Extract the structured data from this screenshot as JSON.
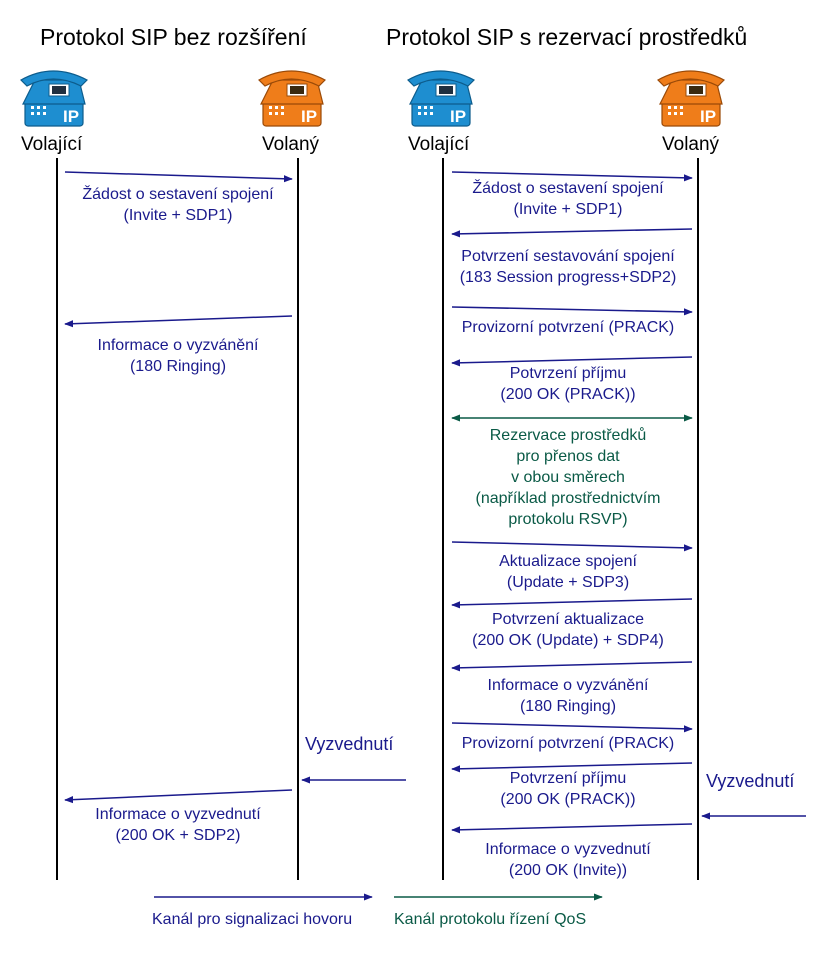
{
  "colors": {
    "signaling": "#1a1a8c",
    "qos": "#0a5a46",
    "phone_blue": "#1e8ed0",
    "phone_orange": "#ef7d1a",
    "lifeline": "#000000"
  },
  "left_panel": {
    "title": "Protokol SIP bez rozšíření",
    "caller": {
      "label": "Volající",
      "icon": "ip-phone-blue-icon",
      "badge": "IP"
    },
    "callee": {
      "label": "Volaný",
      "icon": "ip-phone-orange-icon",
      "badge": "IP"
    },
    "messages": [
      {
        "dir": "right",
        "kind": "signaling",
        "lines": [
          "Žádost o sestavení spojení",
          "(Invite + SDP1)"
        ]
      },
      {
        "dir": "left",
        "kind": "signaling",
        "lines": [
          "Informace o vyzvánění",
          "(180 Ringing)"
        ]
      },
      {
        "dir": "left",
        "kind": "signaling",
        "lines": [
          "Informace o vyzvednutí",
          "(200 OK + SDP2)"
        ]
      }
    ],
    "pickup_label": "Vyzvednutí"
  },
  "right_panel": {
    "title": "Protokol SIP s rezervací prostředků",
    "caller": {
      "label": "Volající",
      "icon": "ip-phone-blue-icon",
      "badge": "IP"
    },
    "callee": {
      "label": "Volaný",
      "icon": "ip-phone-orange-icon",
      "badge": "IP"
    },
    "messages": [
      {
        "dir": "right",
        "kind": "signaling",
        "lines": [
          "Žádost o sestavení spojení",
          "(Invite + SDP1)"
        ]
      },
      {
        "dir": "left",
        "kind": "signaling",
        "lines": [
          "Potvrzení sestavování spojení",
          "(183 Session progress+SDP2)"
        ]
      },
      {
        "dir": "right",
        "kind": "signaling",
        "lines": [
          "Provizorní potvrzení (PRACK)"
        ]
      },
      {
        "dir": "left",
        "kind": "signaling",
        "lines": [
          "Potvrzení příjmu",
          "(200 OK (PRACK))"
        ]
      },
      {
        "dir": "both",
        "kind": "qos",
        "lines": [
          "Rezervace prostředků",
          "pro přenos dat",
          "v obou směrech",
          "(například prostřednictvím",
          "protokolu RSVP)"
        ]
      },
      {
        "dir": "right",
        "kind": "signaling",
        "lines": [
          "Aktualizace spojení",
          "(Update + SDP3)"
        ]
      },
      {
        "dir": "left",
        "kind": "signaling",
        "lines": [
          "Potvrzení aktualizace",
          "(200 OK (Update) + SDP4)"
        ]
      },
      {
        "dir": "left",
        "kind": "signaling",
        "lines": [
          "Informace o vyzvánění",
          "(180 Ringing)"
        ]
      },
      {
        "dir": "right",
        "kind": "signaling",
        "lines": [
          "Provizorní potvrzení (PRACK)"
        ]
      },
      {
        "dir": "left",
        "kind": "signaling",
        "lines": [
          "Potvrzení příjmu",
          "(200 OK (PRACK))"
        ]
      },
      {
        "dir": "left",
        "kind": "signaling",
        "lines": [
          "Informace o vyzvednutí",
          "(200 OK (Invite))"
        ]
      }
    ],
    "pickup_label": "Vyzvednutí"
  },
  "legend": {
    "signaling_label": "Kanál pro signalizaci hovoru",
    "qos_label": "Kanál protokolu řízení QoS"
  }
}
